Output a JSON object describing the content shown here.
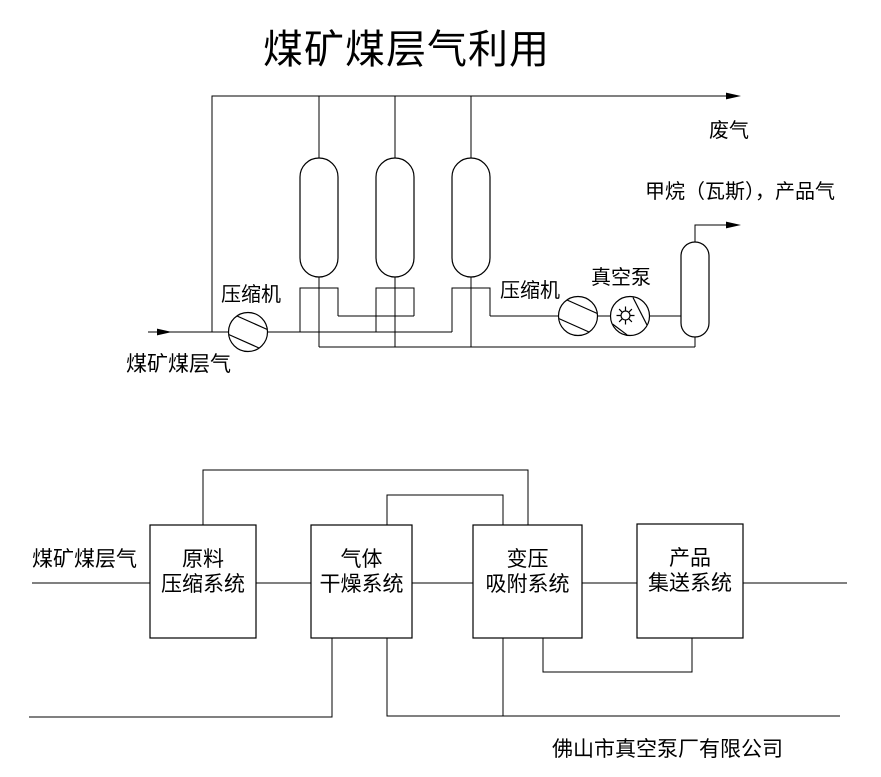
{
  "title": "煤矿煤层气利用",
  "flow_diagram": {
    "feed_label": "煤矿煤层气",
    "compressor1_label": "压缩机",
    "compressor2_label": "压缩机",
    "vacuum_pump_label": "真空泵",
    "waste_gas_label": "废气",
    "product_gas_label": "甲烷（瓦斯），产品气"
  },
  "block_diagram": {
    "feed_label": "煤矿煤层气",
    "boxes": [
      {
        "line1": "原料",
        "line2": "压缩系统"
      },
      {
        "line1": "气体",
        "line2": "干燥系统"
      },
      {
        "line1": "变压",
        "line2": "吸附系统"
      },
      {
        "line1": "产品",
        "line2": "集送系统"
      }
    ]
  },
  "footer": {
    "company": "佛山市真空泵厂有限公司"
  },
  "colors": {
    "line": "#000000",
    "background": "#ffffff"
  }
}
